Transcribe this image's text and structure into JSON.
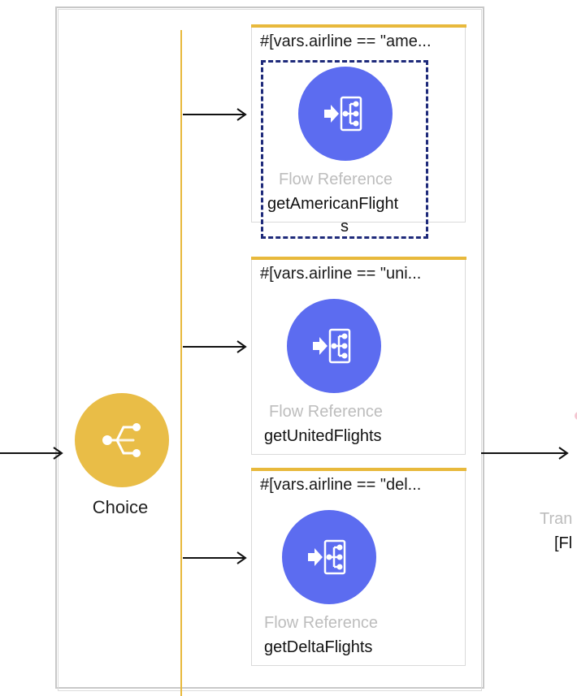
{
  "choice": {
    "label": "Choice",
    "color": "#e9bd47",
    "icon": "choice-router-icon"
  },
  "routes": [
    {
      "condition": "#[vars.airline == \"ame...",
      "component_type": "Flow Reference",
      "flow_name_line1": "getAmericanFlight",
      "flow_name_line2": "s",
      "selected": true,
      "icon": "flow-reference-icon"
    },
    {
      "condition": "#[vars.airline == \"uni...",
      "component_type": "Flow Reference",
      "flow_name": "getUnitedFlights",
      "selected": false,
      "icon": "flow-reference-icon"
    },
    {
      "condition": "#[vars.airline == \"del...",
      "component_type": "Flow Reference",
      "flow_name": "getDeltaFlights",
      "selected": false,
      "icon": "flow-reference-icon"
    }
  ],
  "next_component": {
    "label_partial": "Tran",
    "name_partial": "[Fl"
  },
  "colors": {
    "router_accent": "#e8b93c",
    "flow_reference": "#5c6cf0",
    "selection_border": "#1e2a7a",
    "component_type_text": "#bdbdbd"
  }
}
